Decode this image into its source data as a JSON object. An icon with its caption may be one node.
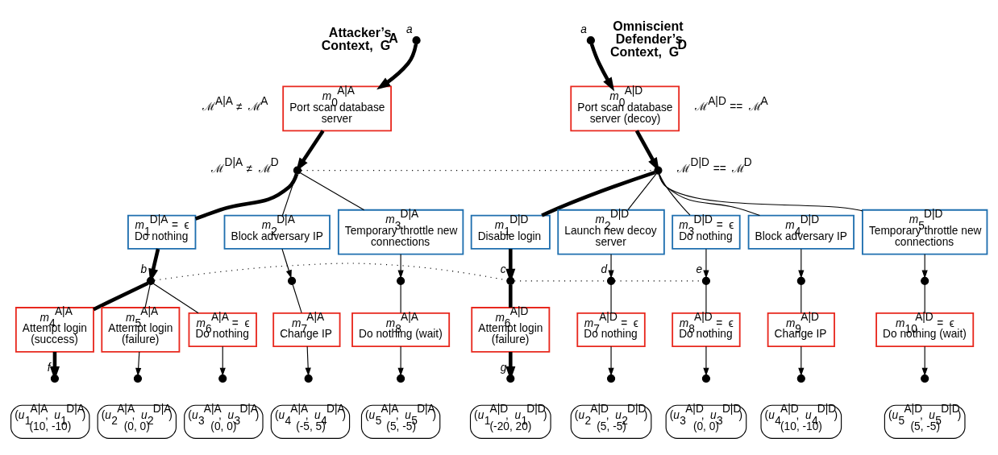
{
  "diagram": {
    "nodes": [
      {
        "text": [],
        "shape": "circle",
        "beside": [
          "a"
        ]
      },
      {
        "text": [
          "*m*$_{0}$$^{A|A}$",
          "Port scan database server"
        ]
      },
      {
        "text": [],
        "shape": "circle"
      },
      {
        "text": [
          "*m*$_{1}$$^{D|A}$ = ϵ",
          "Do nothing"
        ]
      },
      {
        "text": [
          "*m*$_{2}$$^{D|A}$",
          "Block adversary IP"
        ]
      },
      {
        "text": [
          "*m*$_{3}$$^{D|A}$",
          "Temporary throttle new connections"
        ]
      },
      {
        "text": [],
        "shape": "circle",
        "beside": [
          "b"
        ]
      },
      {
        "text": [],
        "shape": "circle"
      },
      {
        "text": [],
        "shape": "circle"
      },
      {
        "text": [
          "*m*$_{4}$$^{A|A}$",
          "Attempt login (success)"
        ]
      },
      {
        "text": [
          "*m*$_{5}$$^{A|A}$",
          "Attempt login (failure)"
        ]
      },
      {
        "text": [
          "*m*$_{6}$$^{A|A}$ = ϵ",
          "Do nothing"
        ]
      },
      {
        "text": [
          "*m*$_{7}$$^{A|A}$",
          "Change IP"
        ]
      },
      {
        "text": [
          "*m*$_{8}$$^{A|A}$",
          "Do nothing (wait)"
        ]
      },
      {
        "text": [],
        "shape": "circle",
        "beside": [
          "f"
        ]
      },
      {
        "text": [],
        "shape": "circle"
      },
      {
        "text": [],
        "shape": "circle"
      },
      {
        "text": [],
        "shape": "circle"
      },
      {
        "text": [],
        "shape": "circle"
      },
      {
        "text": [
          "(*u*$_{1}$$^{A|A}$, *u*$_{1}$$^{D|A}$)",
          "(10, -10)"
        ]
      },
      {
        "text": [
          "(*u*$_{2}$$^{A|A}$, *u*$_{2}$$^{D|A}$)",
          "(0, 0)"
        ]
      },
      {
        "text": [
          "(*u*$_{3}$$^{A|A}$, *u*$_{3}$$^{D|A}$)",
          "(0, 0)"
        ]
      },
      {
        "text": [
          "(*u*$_{4}$$^{A|A}$, *u*$_{4}$$^{D|A}$)",
          "(-5, 5)"
        ]
      },
      {
        "text": [
          "(*u*$_{5}$$^{A|A}$, *u*$_{5}$$^{D|A}$)",
          "(5, -5)"
        ]
      },
      {
        "text": [],
        "shape": "circle",
        "beside": [
          "a"
        ]
      },
      {
        "text": [
          "*m*$_{0}$$^{A|D}$",
          "Port scan database server (decoy)"
        ]
      },
      {
        "text": [],
        "shape": "circle"
      },
      {
        "text": [
          "*m*$_{1}$$^{D|D}$",
          "Disable login"
        ]
      },
      {
        "text": [
          "*m*$_{2}$$^{D|D}$",
          "Launch new decoy server"
        ]
      },
      {
        "text": [
          "*m*$_{3}$$^{D|D}$ = ϵ",
          "Do nothing"
        ]
      },
      {
        "text": [
          "*m*$_{4}$$^{D|D}$",
          "Block adversary IP"
        ]
      },
      {
        "text": [
          "*m*$_{5}$$^{D|D}$",
          "Temporary throttle new connections"
        ]
      },
      {
        "text": [],
        "shape": "circle",
        "beside": [
          "c"
        ]
      },
      {
        "text": [],
        "shape": "circle",
        "beside": [
          "d"
        ]
      },
      {
        "text": [],
        "shape": "circle",
        "beside": [
          "e"
        ]
      },
      {
        "text": [],
        "shape": "circle"
      },
      {
        "text": [],
        "shape": "circle"
      },
      {
        "text": [
          "*m*$_{6}$$^{A|D}$",
          "Attempt login (failure)"
        ]
      },
      {
        "text": [
          "*m*$_{7}$$^{A|D}$ = ϵ",
          "Do nothing"
        ]
      },
      {
        "text": [
          "*m*$_{8}$$^{A|D}$ = ϵ",
          "Do nothing"
        ]
      },
      {
        "text": [
          "*m*$_{9}$$^{A|D}$",
          "Change IP"
        ]
      },
      {
        "text": [
          "*m*$_{10}$$^{A|D}$ = ϵ",
          "Do nothing (wait)"
        ]
      },
      {
        "text": [],
        "shape": "circle",
        "beside": [
          "g"
        ]
      },
      {
        "text": [],
        "shape": "circle"
      },
      {
        "text": [],
        "shape": "circle"
      },
      {
        "text": [],
        "shape": "circle"
      },
      {
        "text": [],
        "shape": "circle"
      },
      {
        "text": [
          "(*u*$_{1}$$^{A|D}$, *u*$_{1}$$^{D|D}$)",
          "(-20, 20)"
        ]
      },
      {
        "text": [
          "(*u*$_{2}$$^{A|D}$, *u*$_{2}$$^{D|D}$)",
          "(5, -5)"
        ]
      },
      {
        "text": [
          "(*u*$_{3}$$^{A|D}$, *u*$_{3}$$^{D|D}$)",
          "(0, 0)"
        ]
      },
      {
        "text": [
          "(*u*$_{4}$$^{A|D}$, *u*$_{4}$$^{D|D}$)",
          "(10, -10)"
        ]
      },
      {
        "text": [
          "(*u*$_{5}$$^{A|D}$, *u*$_{5}$$^{D|D}$)",
          "(5, -5)"
        ]
      }
    ],
    "edges": [
      {
        "from": 0,
        "to": 1,
        "arrow": "to",
        "style": "thick"
      },
      {
        "from": 1,
        "to": 2,
        "arrow": "to",
        "style": "thick"
      },
      {
        "from": 2,
        "to": 3,
        "arrow": "none",
        "style": "thick"
      },
      {
        "from": 2,
        "to": 4,
        "arrow": "none"
      },
      {
        "from": 2,
        "to": 5,
        "arrow": "none"
      },
      {
        "from": 3,
        "to": 6,
        "arrow": "to",
        "style": "thick"
      },
      {
        "from": 4,
        "to": 7,
        "arrow": "to"
      },
      {
        "from": 5,
        "to": 8,
        "arrow": "to"
      },
      {
        "from": 6,
        "to": 9,
        "arrow": "none",
        "style": "thick"
      },
      {
        "from": 6,
        "to": 10,
        "arrow": "none"
      },
      {
        "from": 6,
        "to": 11,
        "arrow": "none"
      },
      {
        "from": 7,
        "to": 12,
        "arrow": "none"
      },
      {
        "from": 8,
        "to": 13,
        "arrow": "none"
      },
      {
        "from": 9,
        "to": 14,
        "arrow": "to",
        "style": "thick"
      },
      {
        "from": 10,
        "to": 15,
        "arrow": "to"
      },
      {
        "from": 11,
        "to": 16,
        "arrow": "to"
      },
      {
        "from": 12,
        "to": 17,
        "arrow": "to"
      },
      {
        "from": 13,
        "to": 18,
        "arrow": "to"
      },
      {
        "from": 24,
        "to": 25,
        "arrow": "to",
        "style": "thick"
      },
      {
        "from": 25,
        "to": 26,
        "arrow": "to",
        "style": "thick"
      },
      {
        "from": 26,
        "to": 27,
        "arrow": "none",
        "style": "thick"
      },
      {
        "from": 26,
        "to": 28,
        "arrow": "none"
      },
      {
        "from": 26,
        "to": 29,
        "arrow": "none"
      },
      {
        "from": 26,
        "to": 30,
        "arrow": "none"
      },
      {
        "from": 26,
        "to": 31,
        "arrow": "none"
      },
      {
        "from": 27,
        "to": 32,
        "arrow": "to",
        "style": "thick"
      },
      {
        "from": 28,
        "to": 33,
        "arrow": "to"
      },
      {
        "from": 29,
        "to": 34,
        "arrow": "to"
      },
      {
        "from": 30,
        "to": 35,
        "arrow": "to"
      },
      {
        "from": 31,
        "to": 36,
        "arrow": "to"
      },
      {
        "from": 32,
        "to": 37,
        "arrow": "none",
        "style": "thick"
      },
      {
        "from": 33,
        "to": 38,
        "arrow": "none"
      },
      {
        "from": 34,
        "to": 39,
        "arrow": "none"
      },
      {
        "from": 35,
        "to": 40,
        "arrow": "none"
      },
      {
        "from": 36,
        "to": 41,
        "arrow": "none"
      },
      {
        "from": 37,
        "to": 42,
        "arrow": "to",
        "style": "thick"
      },
      {
        "from": 38,
        "to": 43,
        "arrow": "to"
      },
      {
        "from": 39,
        "to": 44,
        "arrow": "to"
      },
      {
        "from": 40,
        "to": 45,
        "arrow": "to"
      },
      {
        "from": 41,
        "to": 46,
        "arrow": "to"
      },
      {
        "from": 2,
        "to": 26,
        "arrow": "none",
        "style": "dashed"
      },
      {
        "from": 6,
        "to": 32,
        "arrow": "none",
        "style": "dashed"
      },
      {
        "from": 32,
        "to": 33,
        "arrow": "none",
        "style": "dashed"
      },
      {
        "from": 33,
        "to": 34,
        "arrow": "none",
        "style": "dashed"
      }
    ],
    "labels": [
      "Attacker’s Context, G$^{A}$",
      "ℳ$^{A|A}$ ≠ ℳ$^{A}$",
      "ℳ$^{D|A}$ ≠ ℳ$^{D}$",
      "Omniscient Defender’s Context, G$^{D}$",
      "ℳ$^{A|D}$ == ℳ$^{A}$",
      "ℳ$^{D|D}$ == ℳ$^{D}$"
    ]
  }
}
